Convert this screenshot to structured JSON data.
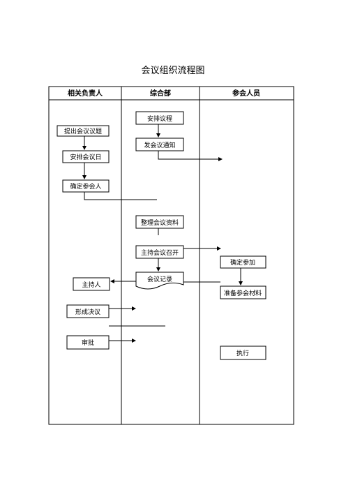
{
  "title": "会议组织流程图",
  "lanes": [
    {
      "id": "lane-related",
      "label": "相关负责人"
    },
    {
      "id": "lane-general",
      "label": "综合部"
    },
    {
      "id": "lane-attendees",
      "label": "参会人员"
    }
  ],
  "nodes": {
    "propose": "提出会议议题",
    "arrange_agenda": "安排议程",
    "arrange_date": "安排会议日",
    "decide_attendees": "确定参会人",
    "send_notice": "发会议通知",
    "organize_docs": "整理会议资料",
    "hold_meeting": "主持会议召开",
    "confirm": "确定参加",
    "meeting_record": "会议记录",
    "chair": "主持人",
    "prepare_materials": "准备参会材料",
    "resolution": "形成决议",
    "review": "审批",
    "execute": "执行"
  }
}
